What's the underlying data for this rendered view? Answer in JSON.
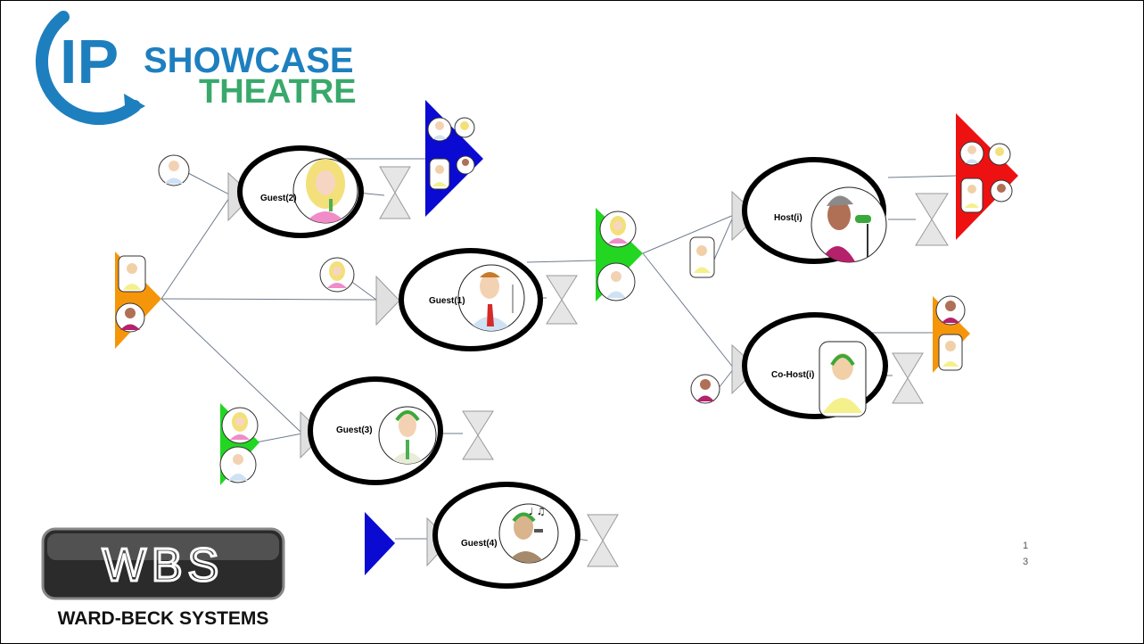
{
  "logos": {
    "ip_showcase": {
      "mark": "IP",
      "line1": "SHOWCASE",
      "line2": "THEATRE",
      "colors": {
        "blue": "#1e7fbf",
        "green": "#39a96b"
      }
    },
    "wbs": {
      "mark": "WBS",
      "caption": "WARD-BECK SYSTEMS"
    }
  },
  "nodes": [
    {
      "id": "guest2",
      "label": "Guest(2)"
    },
    {
      "id": "guest1",
      "label": "Guest(1)"
    },
    {
      "id": "guest3",
      "label": "Guest(3)"
    },
    {
      "id": "guest4",
      "label": "Guest(4)"
    },
    {
      "id": "host",
      "label": "Host(i)"
    },
    {
      "id": "cohost",
      "label": "Co-Host(i)"
    }
  ],
  "colors": {
    "orange": "#f5960a",
    "blue": "#0a0ad2",
    "green": "#22d622",
    "red": "#ee1111",
    "grey_triangle": "#e0e0e0",
    "edge": "#6e7c8c"
  },
  "page_number": {
    "line1": "1",
    "line2": "3"
  }
}
